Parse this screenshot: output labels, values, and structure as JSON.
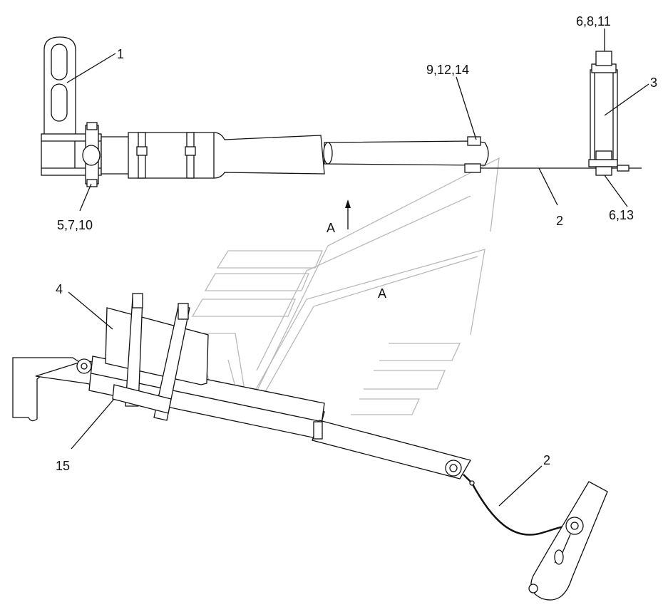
{
  "callouts": {
    "c1": "1",
    "c3": "3",
    "c2_top": "2",
    "c2_bottom": "2",
    "c4": "4",
    "c15": "15",
    "c5_7_10": "5,7,10",
    "c6_8_11": "6,8,11",
    "c6_13": "6,13",
    "c9_12_14": "9,12,14"
  },
  "view": {
    "arrow_label": "A",
    "view_label": "A"
  },
  "colors": {
    "line": "#111111",
    "watermark": "#b9b9b9",
    "background": "#ffffff"
  }
}
